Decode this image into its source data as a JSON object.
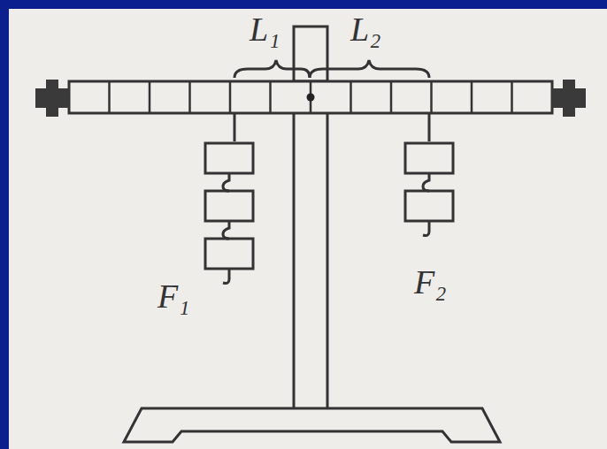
{
  "diagram": {
    "labels": [
      "L₁",
      "L₂",
      "F₁",
      "F₂"
    ]
  }
}
